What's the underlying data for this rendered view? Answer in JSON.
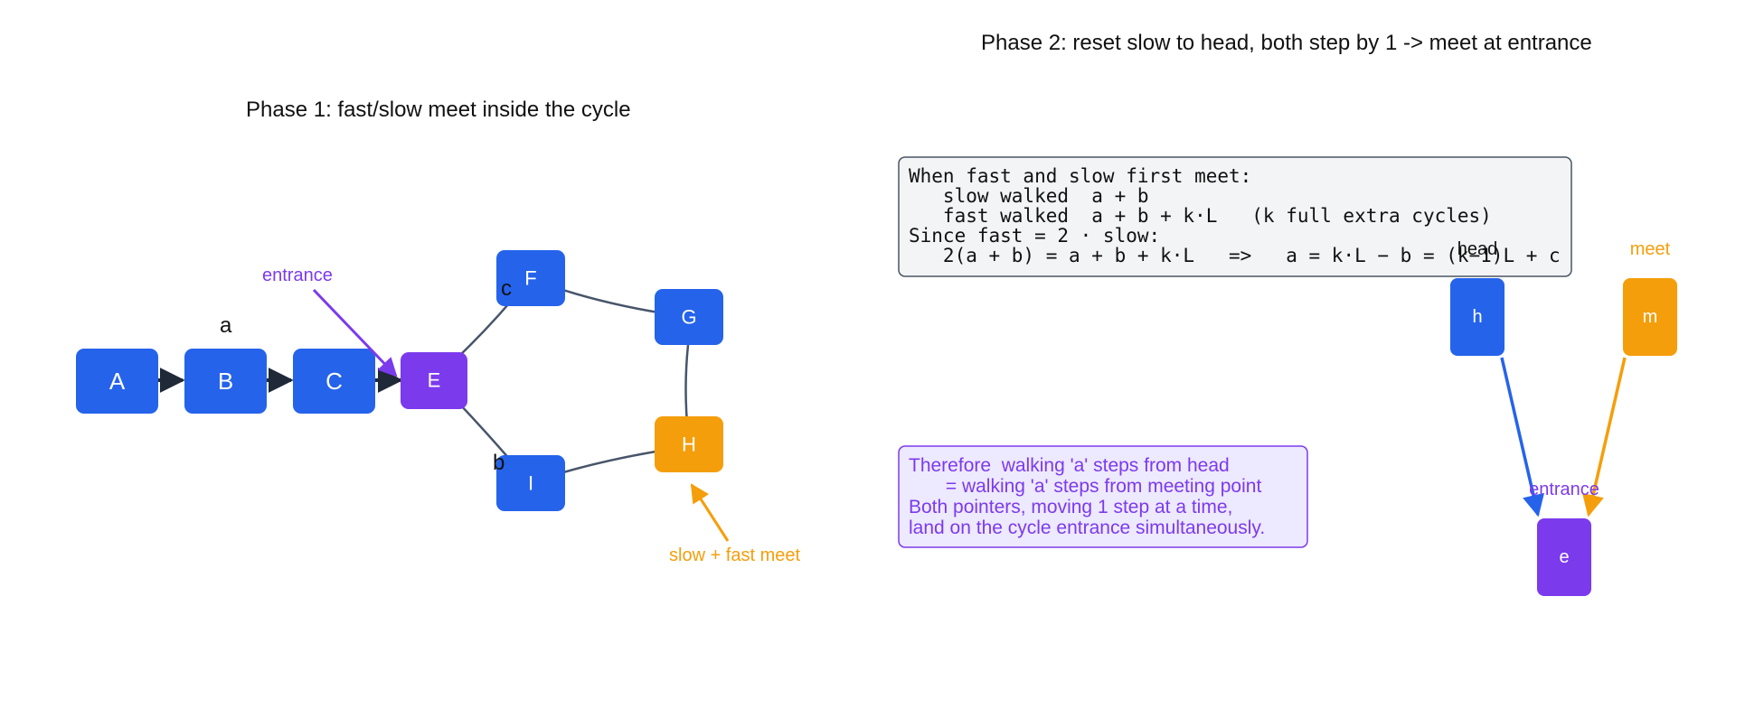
{
  "phase1": {
    "title": "Phase 1: fast/slow meet inside the cycle"
  },
  "phase2": {
    "title": "Phase 2: reset slow to head, both step by 1 -> meet at entrance"
  },
  "colors": {
    "blue": "#2563eb",
    "purple": "#7c3aed",
    "orange": "#f59e0b",
    "edge_dark": "#1f2937",
    "edge_slate": "#475569",
    "box_fill_gray": "#f3f4f6",
    "box_stroke_gray": "#4b5563",
    "box_fill_purple": "#ede9fe"
  },
  "nodes": {
    "A": "A",
    "B": "B",
    "C": "C",
    "E": "E",
    "F": "F",
    "G": "G",
    "H": "H",
    "I": "I",
    "h": "h",
    "m": "m",
    "e": "e"
  },
  "edge_labels": {
    "a": "a",
    "b": "b",
    "c": "c"
  },
  "annotations": {
    "entrance": "entrance",
    "meet_point": "slow + fast meet",
    "head": "head",
    "meet": "meet",
    "entrance2": "entrance"
  },
  "math_box": {
    "lines": [
      "When fast and slow first meet:",
      "   slow walked  a + b",
      "   fast walked  a + b + k·L   (k full extra cycles)",
      "Since fast = 2 · slow:",
      "   2(a + b) = a + b + k·L   =>   a = k·L − b = (k−1)L + c"
    ]
  },
  "therefore_box": {
    "lines": [
      "Therefore  walking 'a' steps from head",
      "       = walking 'a' steps from meeting point",
      "Both pointers, moving 1 step at a time,",
      "land on the cycle entrance simultaneously."
    ]
  }
}
